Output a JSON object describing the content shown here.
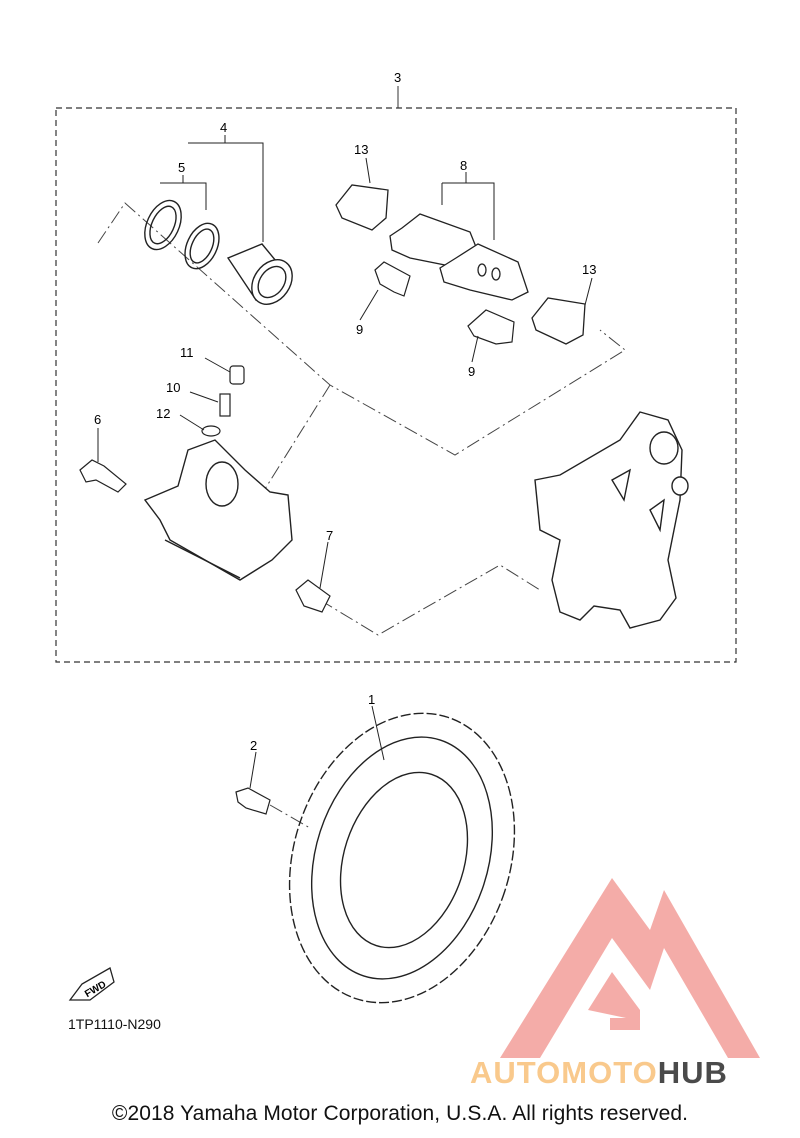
{
  "callouts": {
    "c1": "1",
    "c2": "2",
    "c3": "3",
    "c4": "4",
    "c5": "5",
    "c6": "6",
    "c7": "7",
    "c8": "8",
    "c9a": "9",
    "c9b": "9",
    "c10": "10",
    "c11": "11",
    "c12": "12",
    "c13a": "13",
    "c13b": "13"
  },
  "fwd_label": "FWD",
  "diagram_code": "1TP1110-N290",
  "copyright": "©2018 Yamaha Motor Corporation, U.S.A. All rights reserved.",
  "watermark": {
    "part1": "AUTOMOTO",
    "part2": "HUB",
    "color_primary": "#f3a49f",
    "color_secondary": "#f9c98c",
    "color_dark": "#4a4a4a"
  }
}
